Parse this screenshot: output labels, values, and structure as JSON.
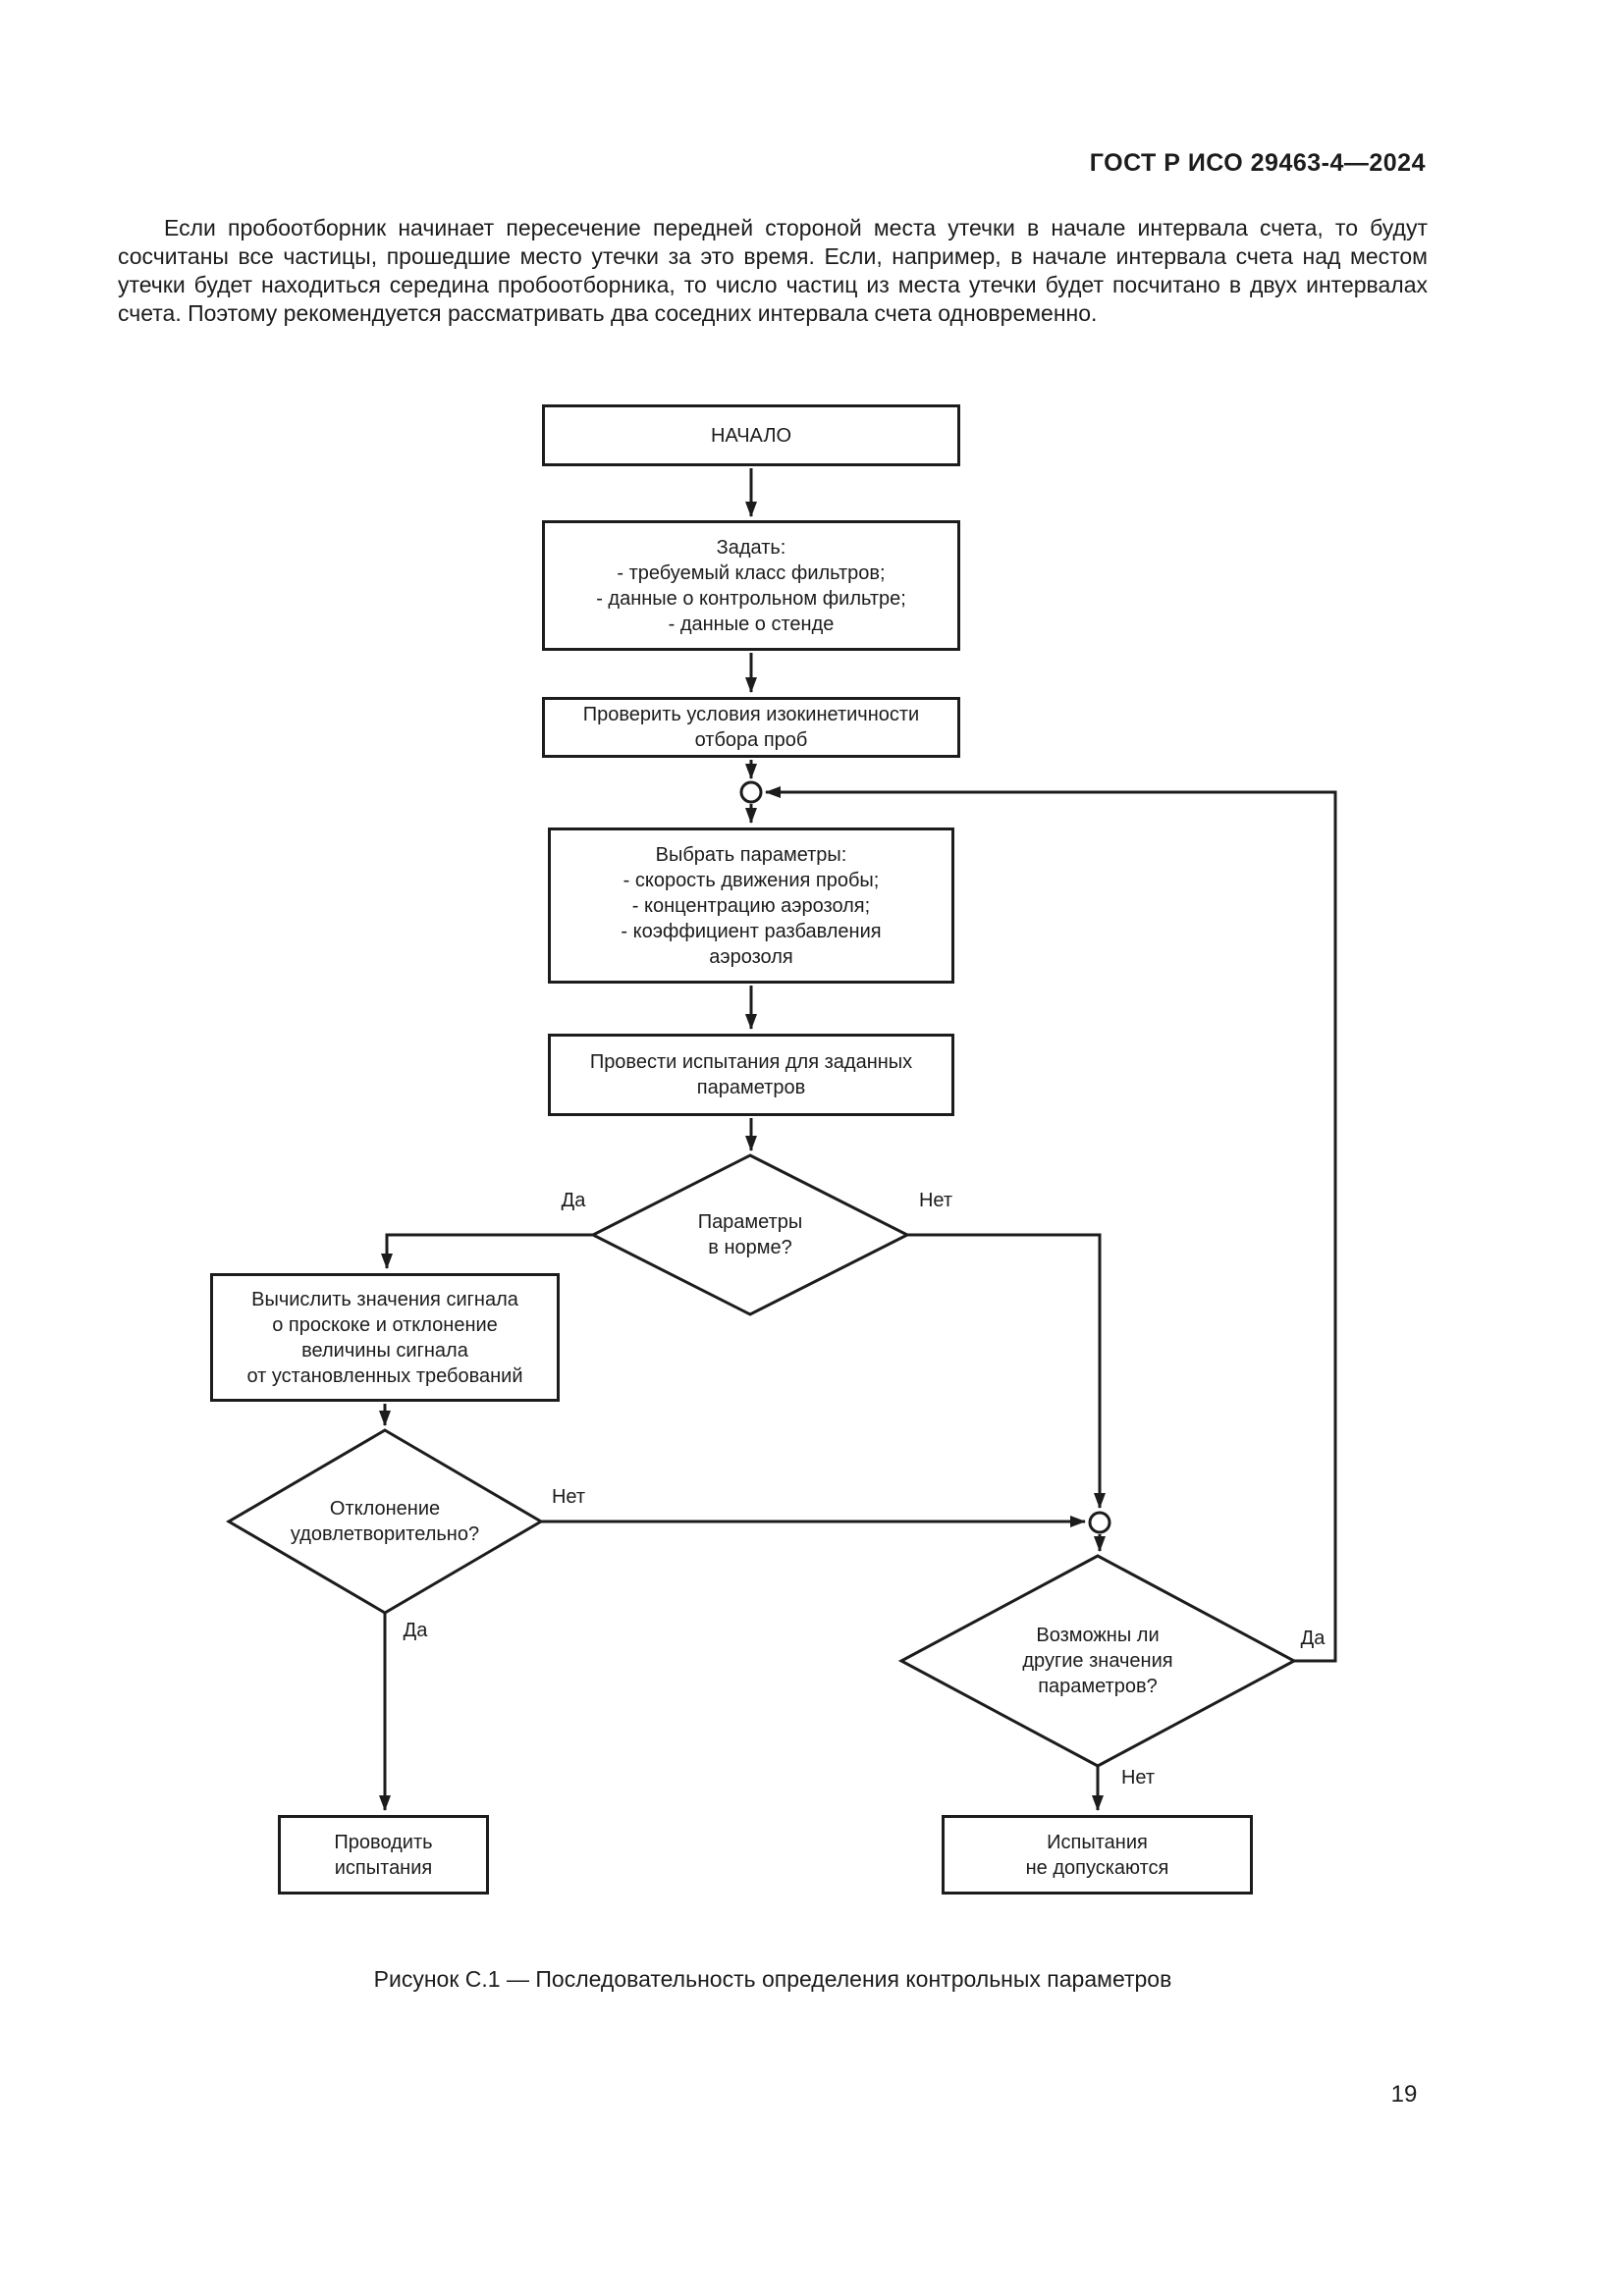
{
  "page": {
    "header": "ГОСТ Р ИСО 29463-4—2024",
    "caption": "Рисунок С.1 — Последовательность определения контрольных параметров",
    "page_number": "19"
  },
  "paragraph": {
    "text": "Если пробоотборник начинает пересечение передней стороной места утечки в начале интервала счета, то будут сосчитаны все частицы, прошедшие место утечки за это время. Если, например, в начале интервала счета над местом утечки будет находиться середина пробоотборника, то число частиц из места утечки будет посчитано в двух интервалах счета. Поэтому рекомендуется рассматривать два соседних интервала счета одновременно."
  },
  "flowchart": {
    "start": {
      "label": "НАЧАЛО"
    },
    "set_params": {
      "lines": [
        "Задать:",
        "- требуемый класс фильтров;",
        "- данные о контрольном фильтре;",
        "- данные о стенде"
      ]
    },
    "check_iso": {
      "lines": [
        "Проверить условия изокинетичности",
        "отбора проб"
      ]
    },
    "select_params": {
      "lines": [
        "Выбрать параметры:",
        "- скорость движения пробы;",
        "- концентрацию аэрозоля;",
        "- коэффициент разбавления",
        "аэрозоля"
      ]
    },
    "run_tests": {
      "lines": [
        "Провести испытания для заданных",
        "параметров"
      ]
    },
    "d_params_ok": {
      "lines": [
        "Параметры",
        "в норме?"
      ],
      "yes": "Да",
      "no": "Нет"
    },
    "calc_signal": {
      "lines": [
        "Вычислить значения сигнала",
        "о проскоке и отклонение",
        "величины сигнала",
        "от установленных требований"
      ]
    },
    "d_deviation": {
      "lines": [
        "Отклонение",
        "удовлетворительно?"
      ],
      "yes": "Да",
      "no": "Нет"
    },
    "d_other_values": {
      "lines": [
        "Возможны ли",
        "другие значения",
        "параметров?"
      ],
      "yes": "Да",
      "no": "Нет"
    },
    "do_tests": {
      "lines": [
        "Проводить",
        "испытания"
      ]
    },
    "no_tests": {
      "lines": [
        "Испытания",
        "не допускаются"
      ]
    }
  }
}
